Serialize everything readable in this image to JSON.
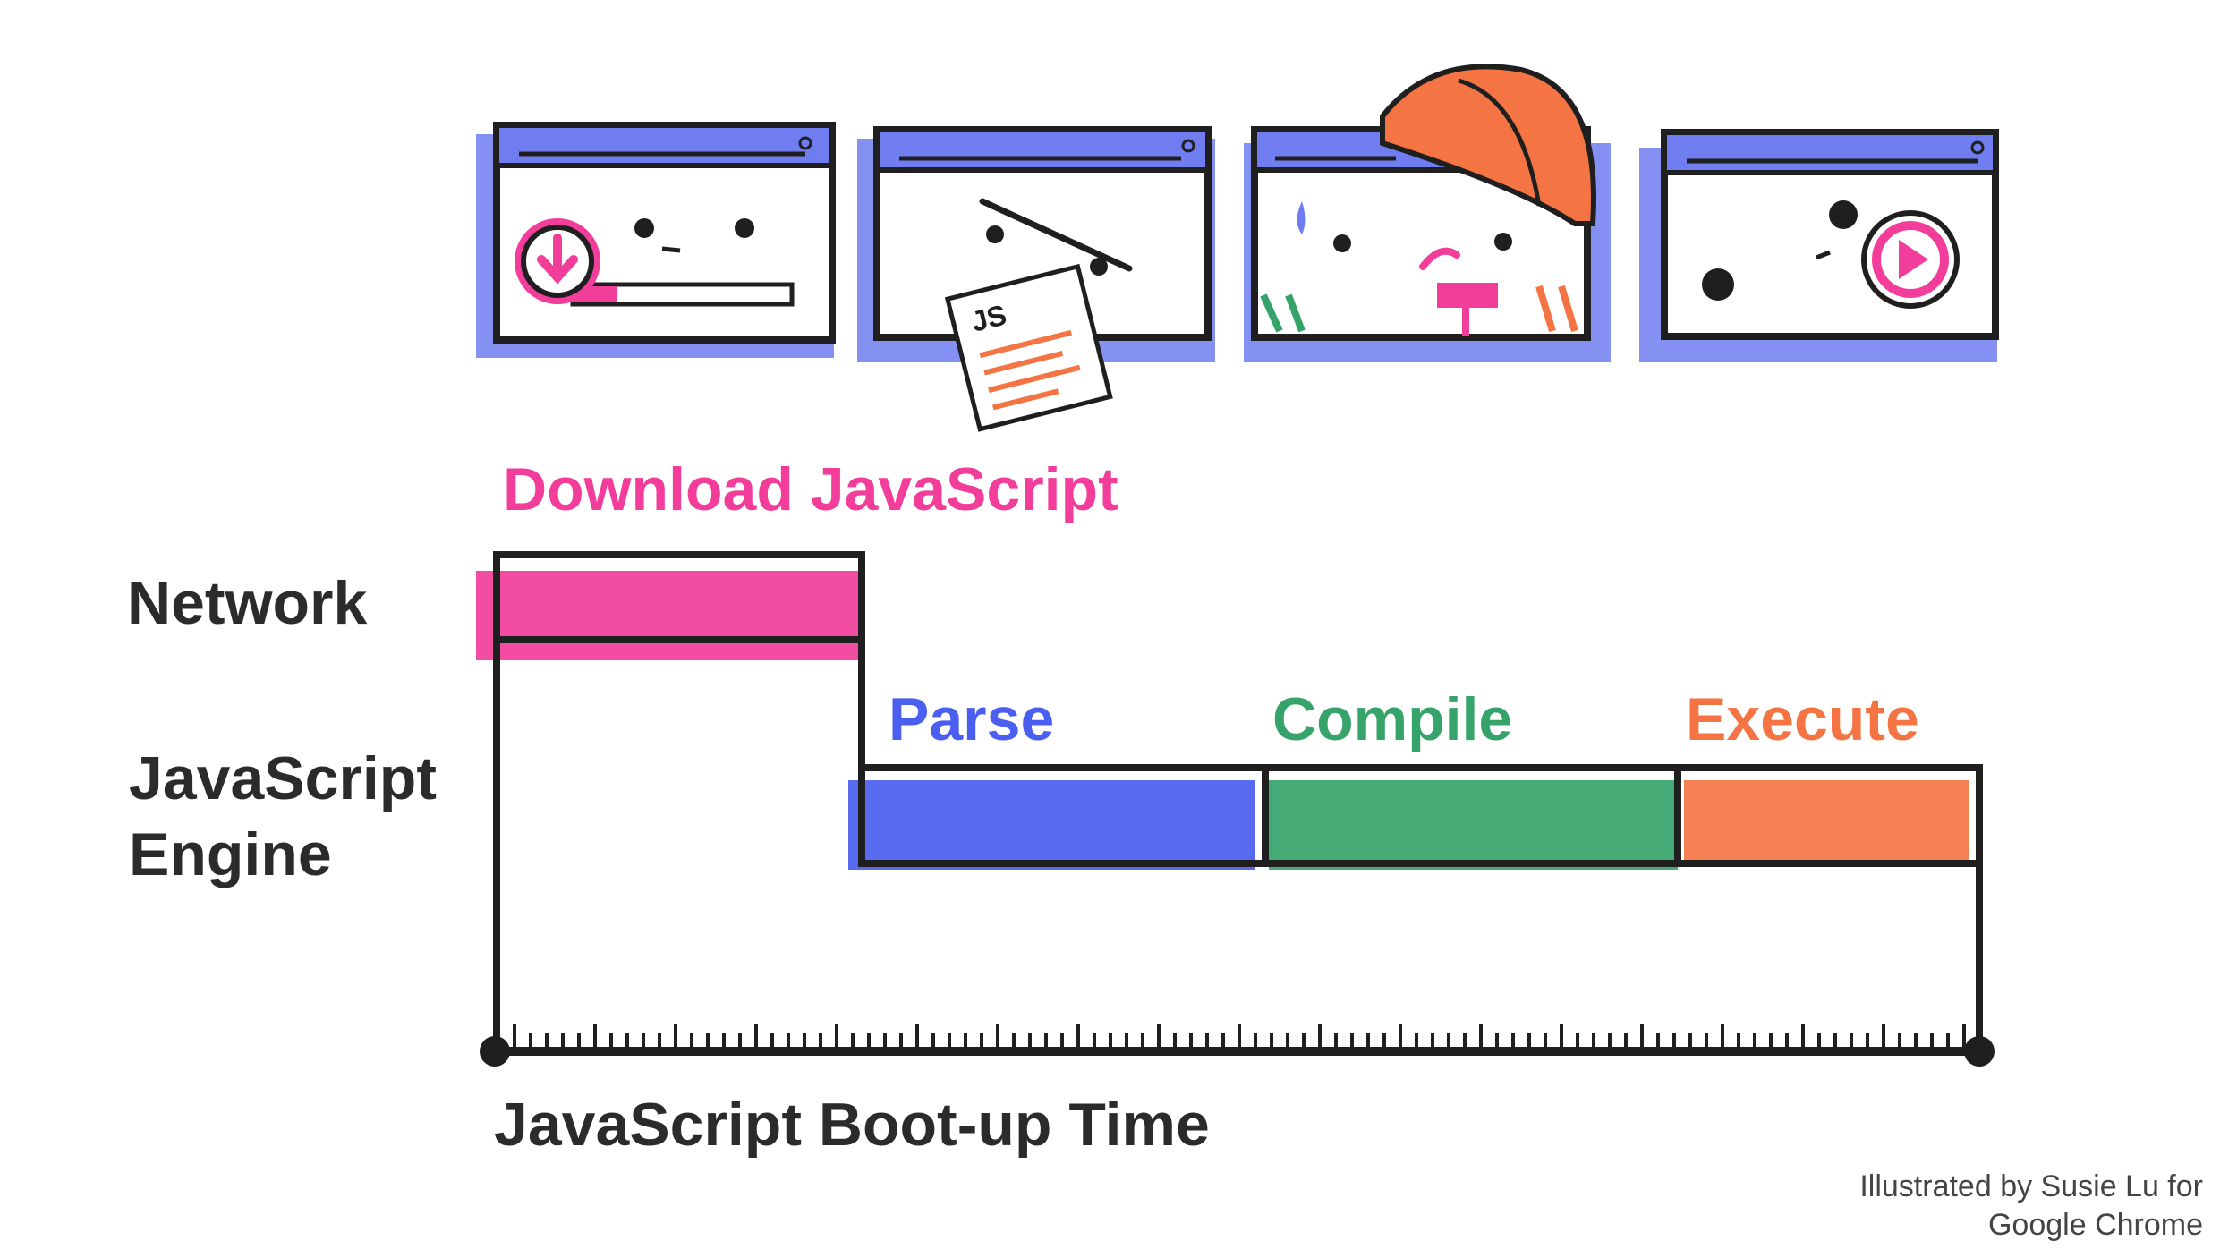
{
  "rows": {
    "network": "Network",
    "engine_line1": "JavaScript",
    "engine_line2": "Engine"
  },
  "phases": {
    "download": {
      "label": "Download JavaScript",
      "color": "#f23d9b"
    },
    "parse": {
      "label": "Parse",
      "color": "#4a5ef0"
    },
    "compile": {
      "label": "Compile",
      "color": "#36a36a"
    },
    "execute": {
      "label": "Execute",
      "color": "#f47543"
    }
  },
  "illustrations": {
    "panel2_badge": "JS",
    "accent_blue": "#6f7df0",
    "hard_hat_color": "#f47543"
  },
  "axis": {
    "title": "JavaScript Boot-up Time"
  },
  "credit": {
    "line1": "Illustrated by Susie Lu for",
    "line2": "Google Chrome"
  }
}
